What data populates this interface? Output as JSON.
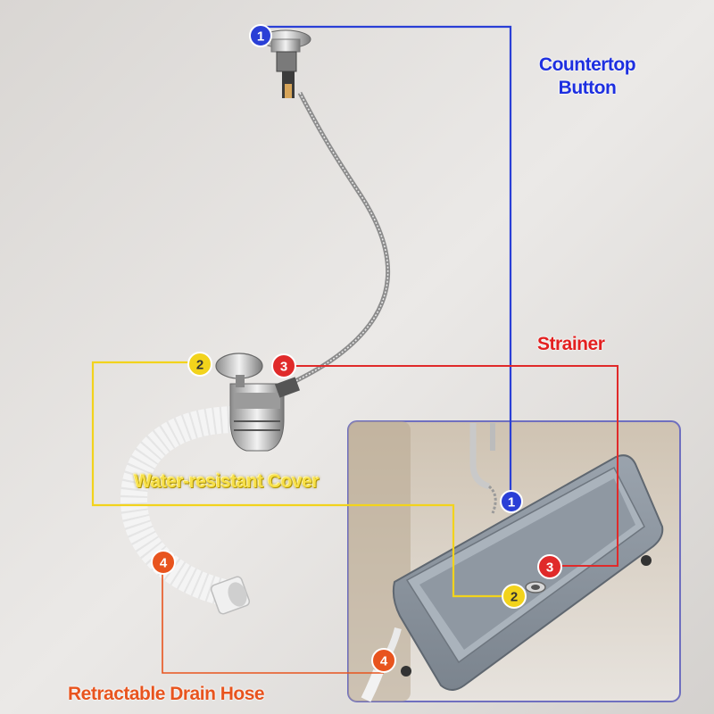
{
  "labels": {
    "countertop_button": "Countertop\nButton",
    "strainer": "Strainer",
    "water_resistant_cover": "Water-resistant  Cover",
    "retractable_drain_hose": "Retractable Drain Hose"
  },
  "badges": {
    "one": "1",
    "two": "2",
    "three": "3",
    "four": "4"
  },
  "colors": {
    "blue": "#2a3fd6",
    "yellow": "#f2d31c",
    "red": "#e02a2a",
    "orange": "#e8541e",
    "label_blue": "#1d2fe0",
    "label_red": "#e32020",
    "label_orange": "#e8541e",
    "label_yellow": "#f7e04a"
  }
}
